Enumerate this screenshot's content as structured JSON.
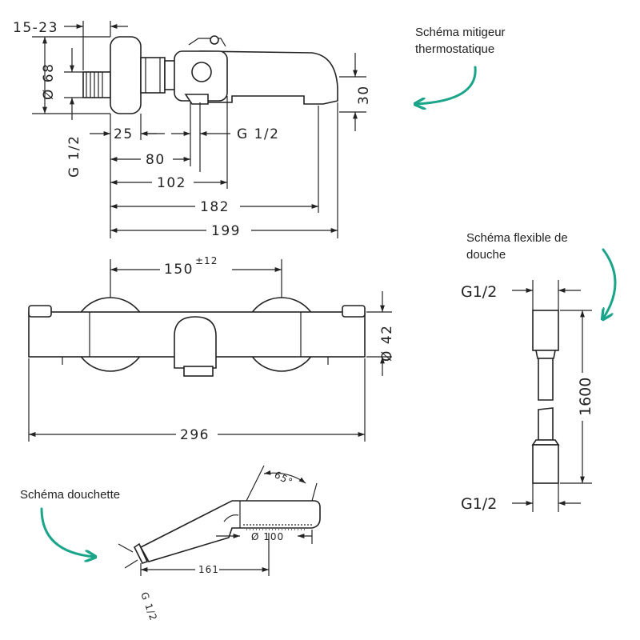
{
  "notes": {
    "mitigeur": [
      "Schéma mitigeur",
      "thermostatique"
    ],
    "flexible": [
      "Schéma flexible de",
      "douche"
    ],
    "douchette": "Schéma douchette"
  },
  "side_view": {
    "d_15_23": "15-23",
    "d_68": "Ø 68",
    "d_g12_left": "G 1/2",
    "d_25": "25",
    "d_g12_right": "G 1/2",
    "d_80": "80",
    "d_102": "102",
    "d_182": "182",
    "d_199": "199",
    "d_30": "30"
  },
  "front_view": {
    "d_150": "150",
    "d_150_tol": "±12",
    "d_42": "Ø 42",
    "d_296": "296"
  },
  "hose": {
    "g_top": "G1/2",
    "g_bottom": "G1/2",
    "length": "1600"
  },
  "handshower": {
    "angle": "65°",
    "diameter": "Ø 100",
    "length": "161",
    "thread": "G 1/2"
  },
  "colors": {
    "accent": "#1aa58a",
    "ink": "#222222"
  }
}
